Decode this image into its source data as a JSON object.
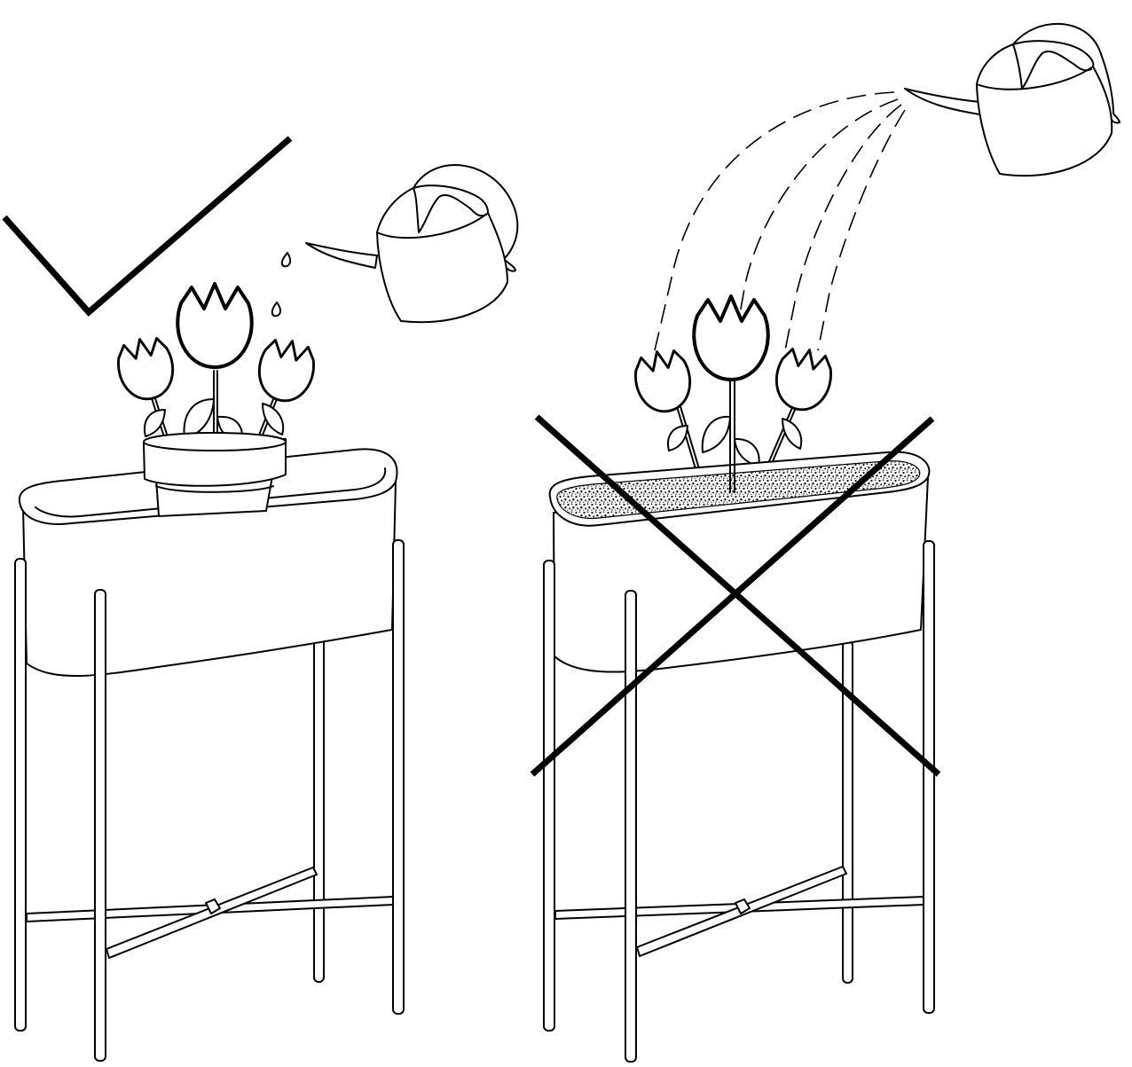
{
  "panels": [
    {
      "id": "correct",
      "verdict": "check-mark",
      "plant": "potted-tulips",
      "watering": "inside-pot"
    },
    {
      "id": "incorrect",
      "verdict": "cross-mark",
      "plant": "tulips-in-soil",
      "watering": "directly-into-planter"
    }
  ],
  "colors": {
    "line": "#000000",
    "background": "#ffffff"
  },
  "icons": [
    "check-mark-icon",
    "cross-mark-icon",
    "watering-can-icon",
    "water-drop-icon",
    "tulip-icon"
  ]
}
